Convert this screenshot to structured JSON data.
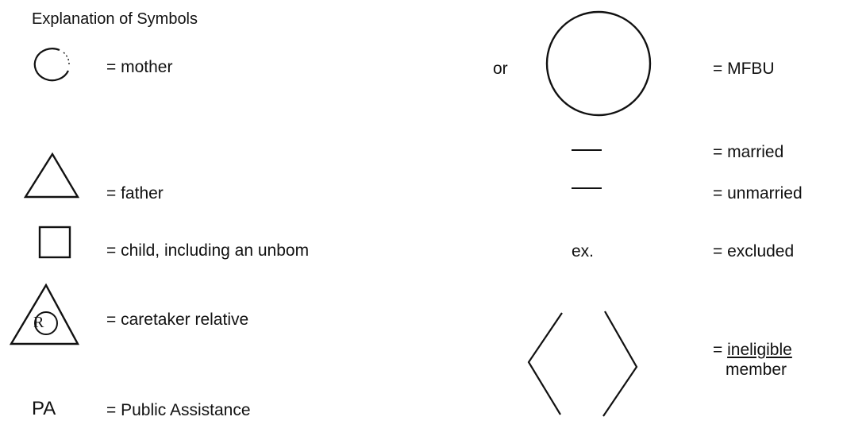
{
  "title": "Explanation of Symbols",
  "left": {
    "mother": "= mother",
    "father": "= father",
    "child": "= child, including an unbom",
    "caretaker_symbol_letter": "R",
    "caretaker": "= caretaker relative",
    "pa_symbol": "PA",
    "pa": "= Public Assistance"
  },
  "center": {
    "or": "or",
    "excluded_symbol": "ex."
  },
  "right": {
    "mfbu": "= MFBU",
    "married": "= married",
    "unmarried": "= unmarried",
    "excluded": "= excluded",
    "ineligible_word": "ineligible",
    "ineligible_rest": "member",
    "ineligible_prefix": "= "
  }
}
